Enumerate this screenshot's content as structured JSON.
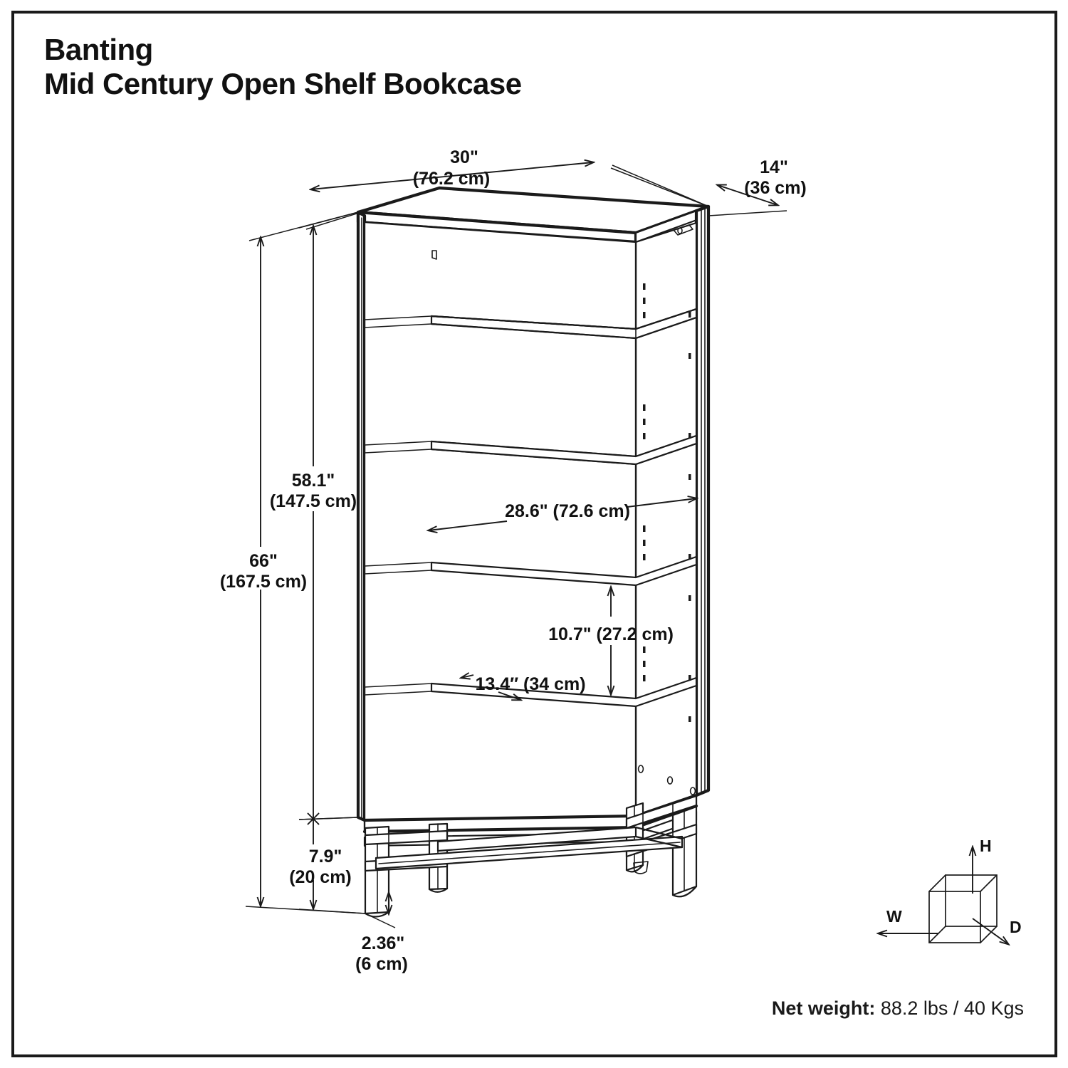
{
  "document": {
    "product_name": "Banting",
    "product_subtitle": "Mid Century Open Shelf Bookcase"
  },
  "dimensions": {
    "overall_width": {
      "label": "30\"",
      "metric": "(76.2 cm)",
      "name": "overall-width"
    },
    "overall_depth": {
      "label": "14\"",
      "metric": "(36 cm)",
      "name": "overall-depth"
    },
    "cabinet_height": {
      "label": "58.1\"",
      "metric": "(147.5 cm)",
      "name": "cabinet-height"
    },
    "overall_height": {
      "label": "66\"",
      "metric": "(167.5 cm)",
      "name": "overall-height"
    },
    "interior_width": {
      "label": "28.6\" (72.6 cm)",
      "name": "interior-width"
    },
    "shelf_clearance": {
      "label": "10.7\" (27.2 cm)",
      "name": "shelf-clearance"
    },
    "shelf_depth": {
      "label": "13.4″ (34 cm)",
      "name": "shelf-depth"
    },
    "base_height": {
      "label": "7.9\"",
      "metric": "(20 cm)",
      "name": "base-height"
    },
    "leg_width": {
      "label": "2.36\"",
      "metric": "(6 cm)",
      "name": "leg-width"
    }
  },
  "legend": {
    "height_axis": "H",
    "width_axis": "W",
    "depth_axis": "D"
  },
  "footer": {
    "weight_label": "Net weight:",
    "weight_value": "88.2 lbs / 40 Kgs"
  },
  "colors": {
    "ink": "#1a1a1a",
    "paper": "#ffffff"
  }
}
